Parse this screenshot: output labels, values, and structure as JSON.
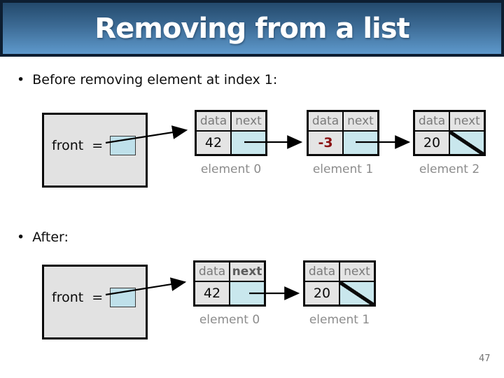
{
  "slide": {
    "title": "Removing from a list",
    "page_number": "47",
    "colors": {
      "banner_gradient_top": "#23496c",
      "banner_gradient_bottom": "#5e99cc",
      "banner_border": "#0d1e31",
      "node_gray": "#e4e4e4",
      "node_next_blue": "#c9e7ed",
      "pointer_box_blue": "#bfe0ea",
      "muted_text_gray": "#8c8c8c",
      "highlight_red": "#8b1113"
    }
  },
  "bullets": {
    "before": "Before removing element at index 1:",
    "after": "After:"
  },
  "diagram_before": {
    "front_label": "front",
    "equals": "=",
    "nodes": [
      {
        "header_data": "data",
        "header_next": "next",
        "value": "42",
        "label": "element 0",
        "null_next": false,
        "highlight": false,
        "bold_next_header": false
      },
      {
        "header_data": "data",
        "header_next": "next",
        "value": "-3",
        "label": "element 1",
        "null_next": false,
        "highlight": true,
        "bold_next_header": false
      },
      {
        "header_data": "data",
        "header_next": "next",
        "value": "20",
        "label": "element 2",
        "null_next": true,
        "highlight": false,
        "bold_next_header": false
      }
    ]
  },
  "diagram_after": {
    "front_label": "front",
    "equals": "=",
    "nodes": [
      {
        "header_data": "data",
        "header_next": "next",
        "value": "42",
        "label": "element 0",
        "null_next": false,
        "highlight": false,
        "bold_next_header": true
      },
      {
        "header_data": "data",
        "header_next": "next",
        "value": "20",
        "label": "element 1",
        "null_next": true,
        "highlight": false,
        "bold_next_header": false
      }
    ]
  }
}
